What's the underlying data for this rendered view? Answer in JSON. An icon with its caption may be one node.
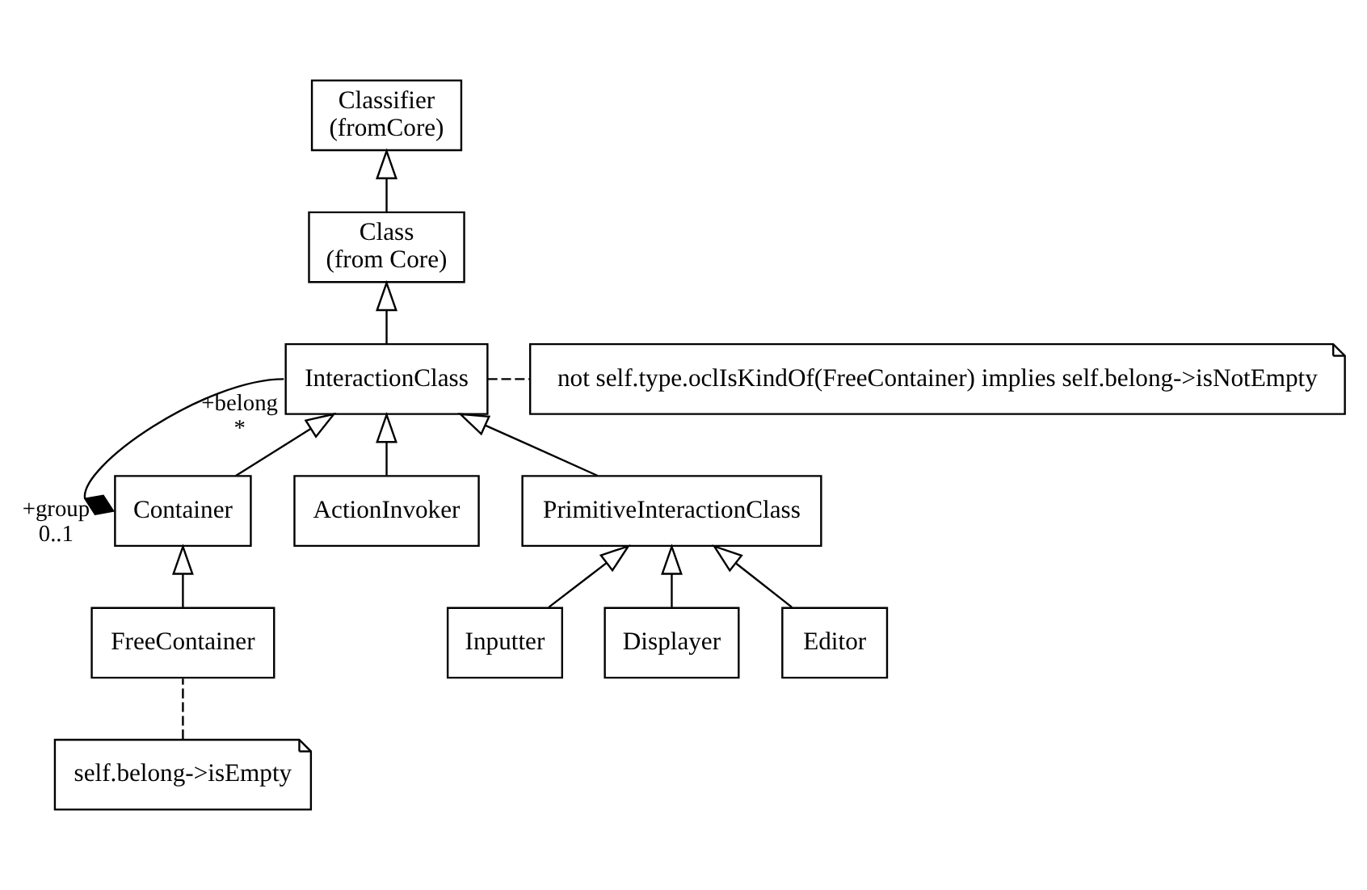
{
  "diagram": {
    "nodes": [
      {
        "text": [
          "Classifier",
          "(fromCore)"
        ]
      },
      {
        "text": [
          "Class",
          "(from Core)"
        ]
      },
      {
        "text": [
          "InteractionClass"
        ]
      },
      {
        "text": [
          "not self.type.oclIsKindOf(FreeContainer) implies self.belong->isNotEmpty"
        ]
      },
      {
        "text": [
          "Container"
        ]
      },
      {
        "text": [
          "ActionInvoker"
        ]
      },
      {
        "text": [
          "PrimitiveInteractionClass"
        ]
      },
      {
        "text": [
          "FreeContainer"
        ]
      },
      {
        "text": [
          "Inputter"
        ]
      },
      {
        "text": [
          "Displayer"
        ]
      },
      {
        "text": [
          "Editor"
        ]
      },
      {
        "text": [
          "self.belong->isEmpty"
        ]
      }
    ],
    "edges": [
      {
        "from": 1,
        "to": 0,
        "arrow": "to"
      },
      {
        "from": 2,
        "to": 1,
        "arrow": "to"
      },
      {
        "from": 2,
        "to": 3,
        "arrow": "none",
        "style": "dashed"
      },
      {
        "from": 4,
        "to": 2,
        "arrow": "other"
      },
      {
        "from": 4,
        "to": 2,
        "arrow": "to"
      },
      {
        "from": 5,
        "to": 2,
        "arrow": "to"
      },
      {
        "from": 6,
        "to": 2,
        "arrow": "to"
      },
      {
        "from": 7,
        "to": 4,
        "arrow": "to"
      },
      {
        "from": 8,
        "to": 6,
        "arrow": "to"
      },
      {
        "from": 9,
        "to": 6,
        "arrow": "to"
      },
      {
        "from": 10,
        "to": 6,
        "arrow": "to"
      },
      {
        "from": 11,
        "to": 7,
        "arrow": "none",
        "style": "dashed"
      }
    ],
    "labels": [
      "+belong",
      "*",
      "+group",
      "0..1"
    ]
  }
}
